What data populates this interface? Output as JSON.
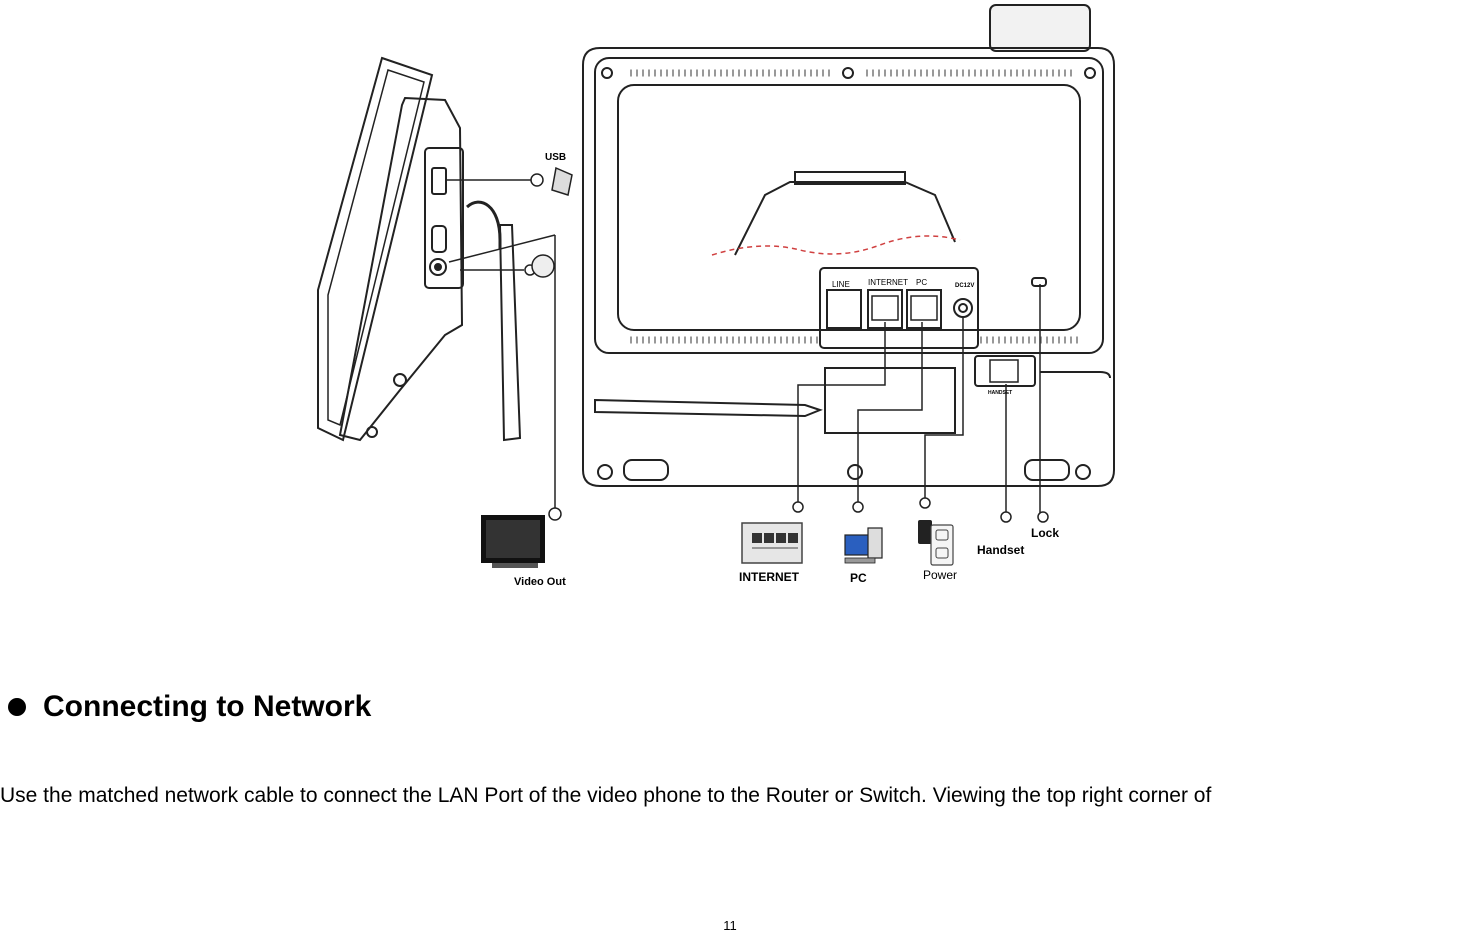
{
  "figure": {
    "callouts": {
      "usb": "USB",
      "video_out": "Video Out",
      "internet": "INTERNET",
      "pc": "PC",
      "power": "Power",
      "handset": "Handset",
      "lock": "Lock"
    },
    "port_labels": {
      "line": "LINE",
      "internet": "INTERNET",
      "pc": "PC",
      "dc": "DC12V",
      "handset": "HANDSET"
    }
  },
  "section": {
    "bullet_icon": "filled-circle",
    "heading": "Connecting to Network",
    "body": "Use the matched network cable to connect the LAN Port of the video phone to the Router or Switch. Viewing the top right corner of"
  },
  "footer": {
    "page_number": "11"
  }
}
